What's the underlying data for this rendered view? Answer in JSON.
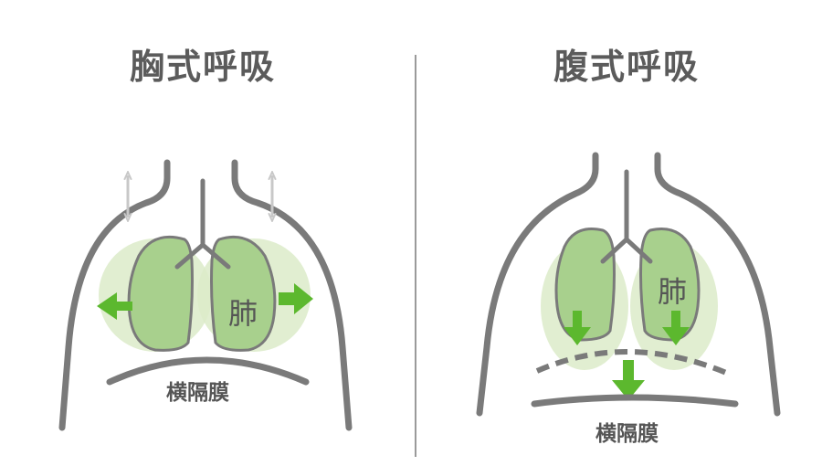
{
  "left_panel": {
    "title": "胸式呼吸",
    "lung_label": "肺",
    "diaphragm_label": "横隔膜"
  },
  "right_panel": {
    "title": "腹式呼吸",
    "lung_label": "肺",
    "diaphragm_label": "横隔膜"
  },
  "colors": {
    "outline": "#7a7a7a",
    "lung_fill": "#a8d08d",
    "lung_halo": "#dcebc9",
    "arrow_green": "#5cb82e",
    "arrow_gray": "#c8c8c8",
    "title_text": "#5b5b5b"
  }
}
